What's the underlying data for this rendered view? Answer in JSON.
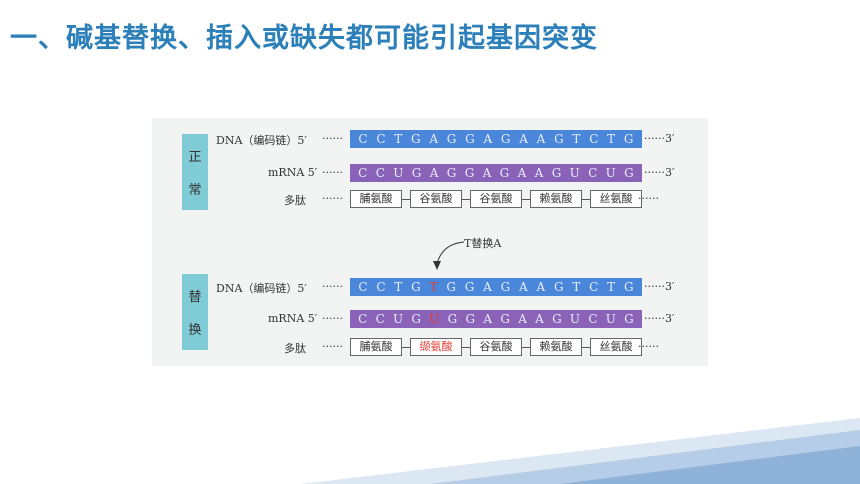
{
  "title": "一、碱基替换、插入或缺失都可能引起基因突变",
  "figure": {
    "normal": {
      "side_label": [
        "正",
        "常"
      ],
      "dna": {
        "label": "DNA（编码链）5′",
        "bases": [
          "C",
          "C",
          "T",
          "G",
          "A",
          "G",
          "G",
          "A",
          "G",
          "A",
          "A",
          "G",
          "T",
          "C",
          "T",
          "G"
        ],
        "end": "3′"
      },
      "mrna": {
        "label": "mRNA  5′",
        "bases": [
          "C",
          "C",
          "U",
          "G",
          "A",
          "G",
          "G",
          "A",
          "G",
          "A",
          "A",
          "G",
          "U",
          "C",
          "U",
          "G"
        ],
        "end": "3′"
      },
      "peptide": {
        "label": "多肽",
        "amino_acids": [
          "脯氨酸",
          "谷氨酸",
          "谷氨酸",
          "赖氨酸",
          "丝氨酸"
        ]
      }
    },
    "annotation": "T替换A",
    "substitution": {
      "side_label": [
        "替",
        "换"
      ],
      "dna": {
        "label": "DNA（编码链）5′",
        "bases": [
          "C",
          "C",
          "T",
          "G",
          "T",
          "G",
          "G",
          "A",
          "G",
          "A",
          "A",
          "G",
          "T",
          "C",
          "T",
          "G"
        ],
        "mutated_index": 4,
        "end": "3′"
      },
      "mrna": {
        "label": "mRNA  5′",
        "bases": [
          "C",
          "C",
          "U",
          "G",
          "U",
          "G",
          "G",
          "A",
          "G",
          "A",
          "A",
          "G",
          "U",
          "C",
          "U",
          "G"
        ],
        "mutated_index": 4,
        "end": "3′"
      },
      "peptide": {
        "label": "多肽",
        "amino_acids": [
          "脯氨酸",
          "缬氨酸",
          "谷氨酸",
          "赖氨酸",
          "丝氨酸"
        ],
        "mutated_index": 1
      }
    }
  },
  "colors": {
    "title": "#2c7fb8",
    "dna": "#4a86d9",
    "mrna": "#8a63b8",
    "side_box": "#7fcbd6",
    "mutation": "#e03a2e"
  }
}
